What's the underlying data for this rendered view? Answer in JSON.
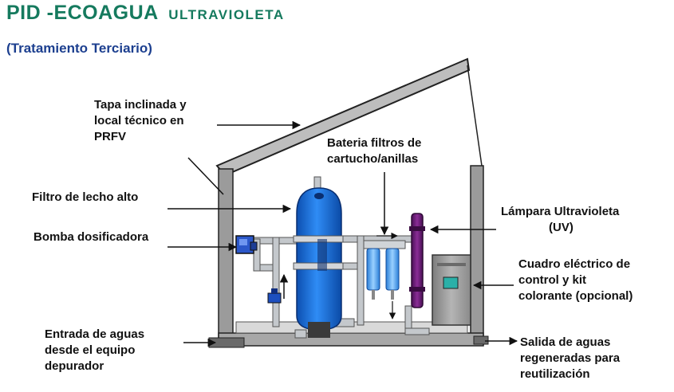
{
  "title": {
    "main": "PID -ECOAGUA",
    "sub": "ULTRAVIOLETA"
  },
  "subtitle": "(Tratamiento Terciario)",
  "labels": {
    "tapa": [
      "Tapa inclinada y",
      "local técnico en",
      "PRFV"
    ],
    "bateria": [
      "Bateria filtros de",
      "cartucho/anillas"
    ],
    "filtro": [
      "Filtro de lecho alto"
    ],
    "bomba": [
      "Bomba dosificadora"
    ],
    "lampara": [
      "Lámpara Ultravioleta",
      "(UV)"
    ],
    "cuadro": [
      "Cuadro eléctrico de",
      "control y  kit",
      "colorante (opcional)"
    ],
    "entrada": [
      "Entrada de aguas",
      "desde el equipo",
      "depurador"
    ],
    "salida": [
      "Salida de aguas",
      "regeneradas para",
      "reutilización"
    ]
  },
  "colors": {
    "title": "#157a5e",
    "subtitle": "#1c3f8f",
    "tank": "#1e78e6",
    "uv_lamp": "#6e1f78",
    "cartridge": "#4aa0f0",
    "cabinet": "#9a9a9a",
    "pipe": "#c4c8cc"
  }
}
